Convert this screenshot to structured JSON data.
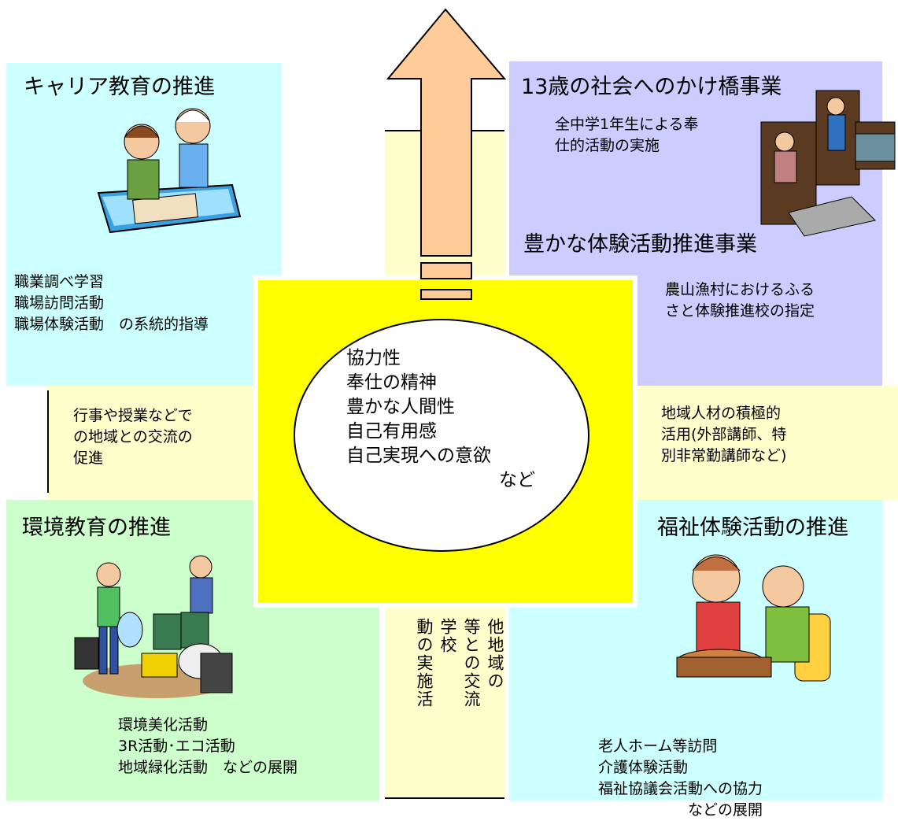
{
  "colors": {
    "career_bg": "#ccffff",
    "bridge_bg": "#ccccff",
    "env_bg": "#ccffcc",
    "welfare_bg": "#ccffff",
    "connector_bg": "#ffffcc",
    "center_bg": "#ffff00",
    "arrow_fill": "#ffcc99"
  },
  "career": {
    "title": "キャリア教育の推進",
    "body": "職業調べ学習\n職場訪問活動\n職場体験活動　の系統的指導"
  },
  "bridge": {
    "title": "13歳の社会へのかけ橋事業",
    "body": "全中学1年生による奉\n仕的活動の実施"
  },
  "experience": {
    "title": "豊かな体験活動推進事業",
    "body": "農山漁村におけるふる\nさと体験推進校の指定"
  },
  "environment": {
    "title": "環境教育の推進",
    "body": "環境美化活動\n3R活動･エコ活動\n地域緑化活動　などの展開"
  },
  "welfare": {
    "title": "福祉体験活動の推進",
    "body": "老人ホーム等訪問\n介護体験活動\n福祉協議会活動への協力\n　　　　　　などの展開"
  },
  "connectors": {
    "left": "行事や授業などで\nの地域との交流の\n促進",
    "right": "地域人材の積極的\n活用(外部講師、特\n別非常勤講師など)",
    "bottom": "他地域の\n等との交流\n学校\n動の実施活"
  },
  "center": {
    "lines": [
      "協力性",
      "奉仕の精神",
      "豊かな人間性",
      "自己有用感",
      "自己実現への意欲"
    ],
    "suffix": "など"
  },
  "icons": [
    "paper-making-illustration",
    "volunteer-cleanup-illustration",
    "recycling-illustration",
    "elderly-meal-illustration"
  ]
}
